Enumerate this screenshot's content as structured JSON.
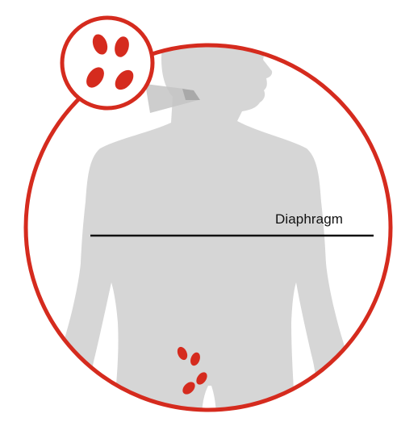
{
  "labels": {
    "diaphragm": "Diaphragm"
  },
  "colors": {
    "ring": "#d52b1e",
    "gland": "#d52b1e",
    "body": "#d6d6d6",
    "background": "#ffffff",
    "line": "#111111"
  },
  "illustration": {
    "subject": "human-silhouette",
    "features": [
      "parathyroid-glands-magnified",
      "ectopic-glands-pelvis"
    ]
  }
}
